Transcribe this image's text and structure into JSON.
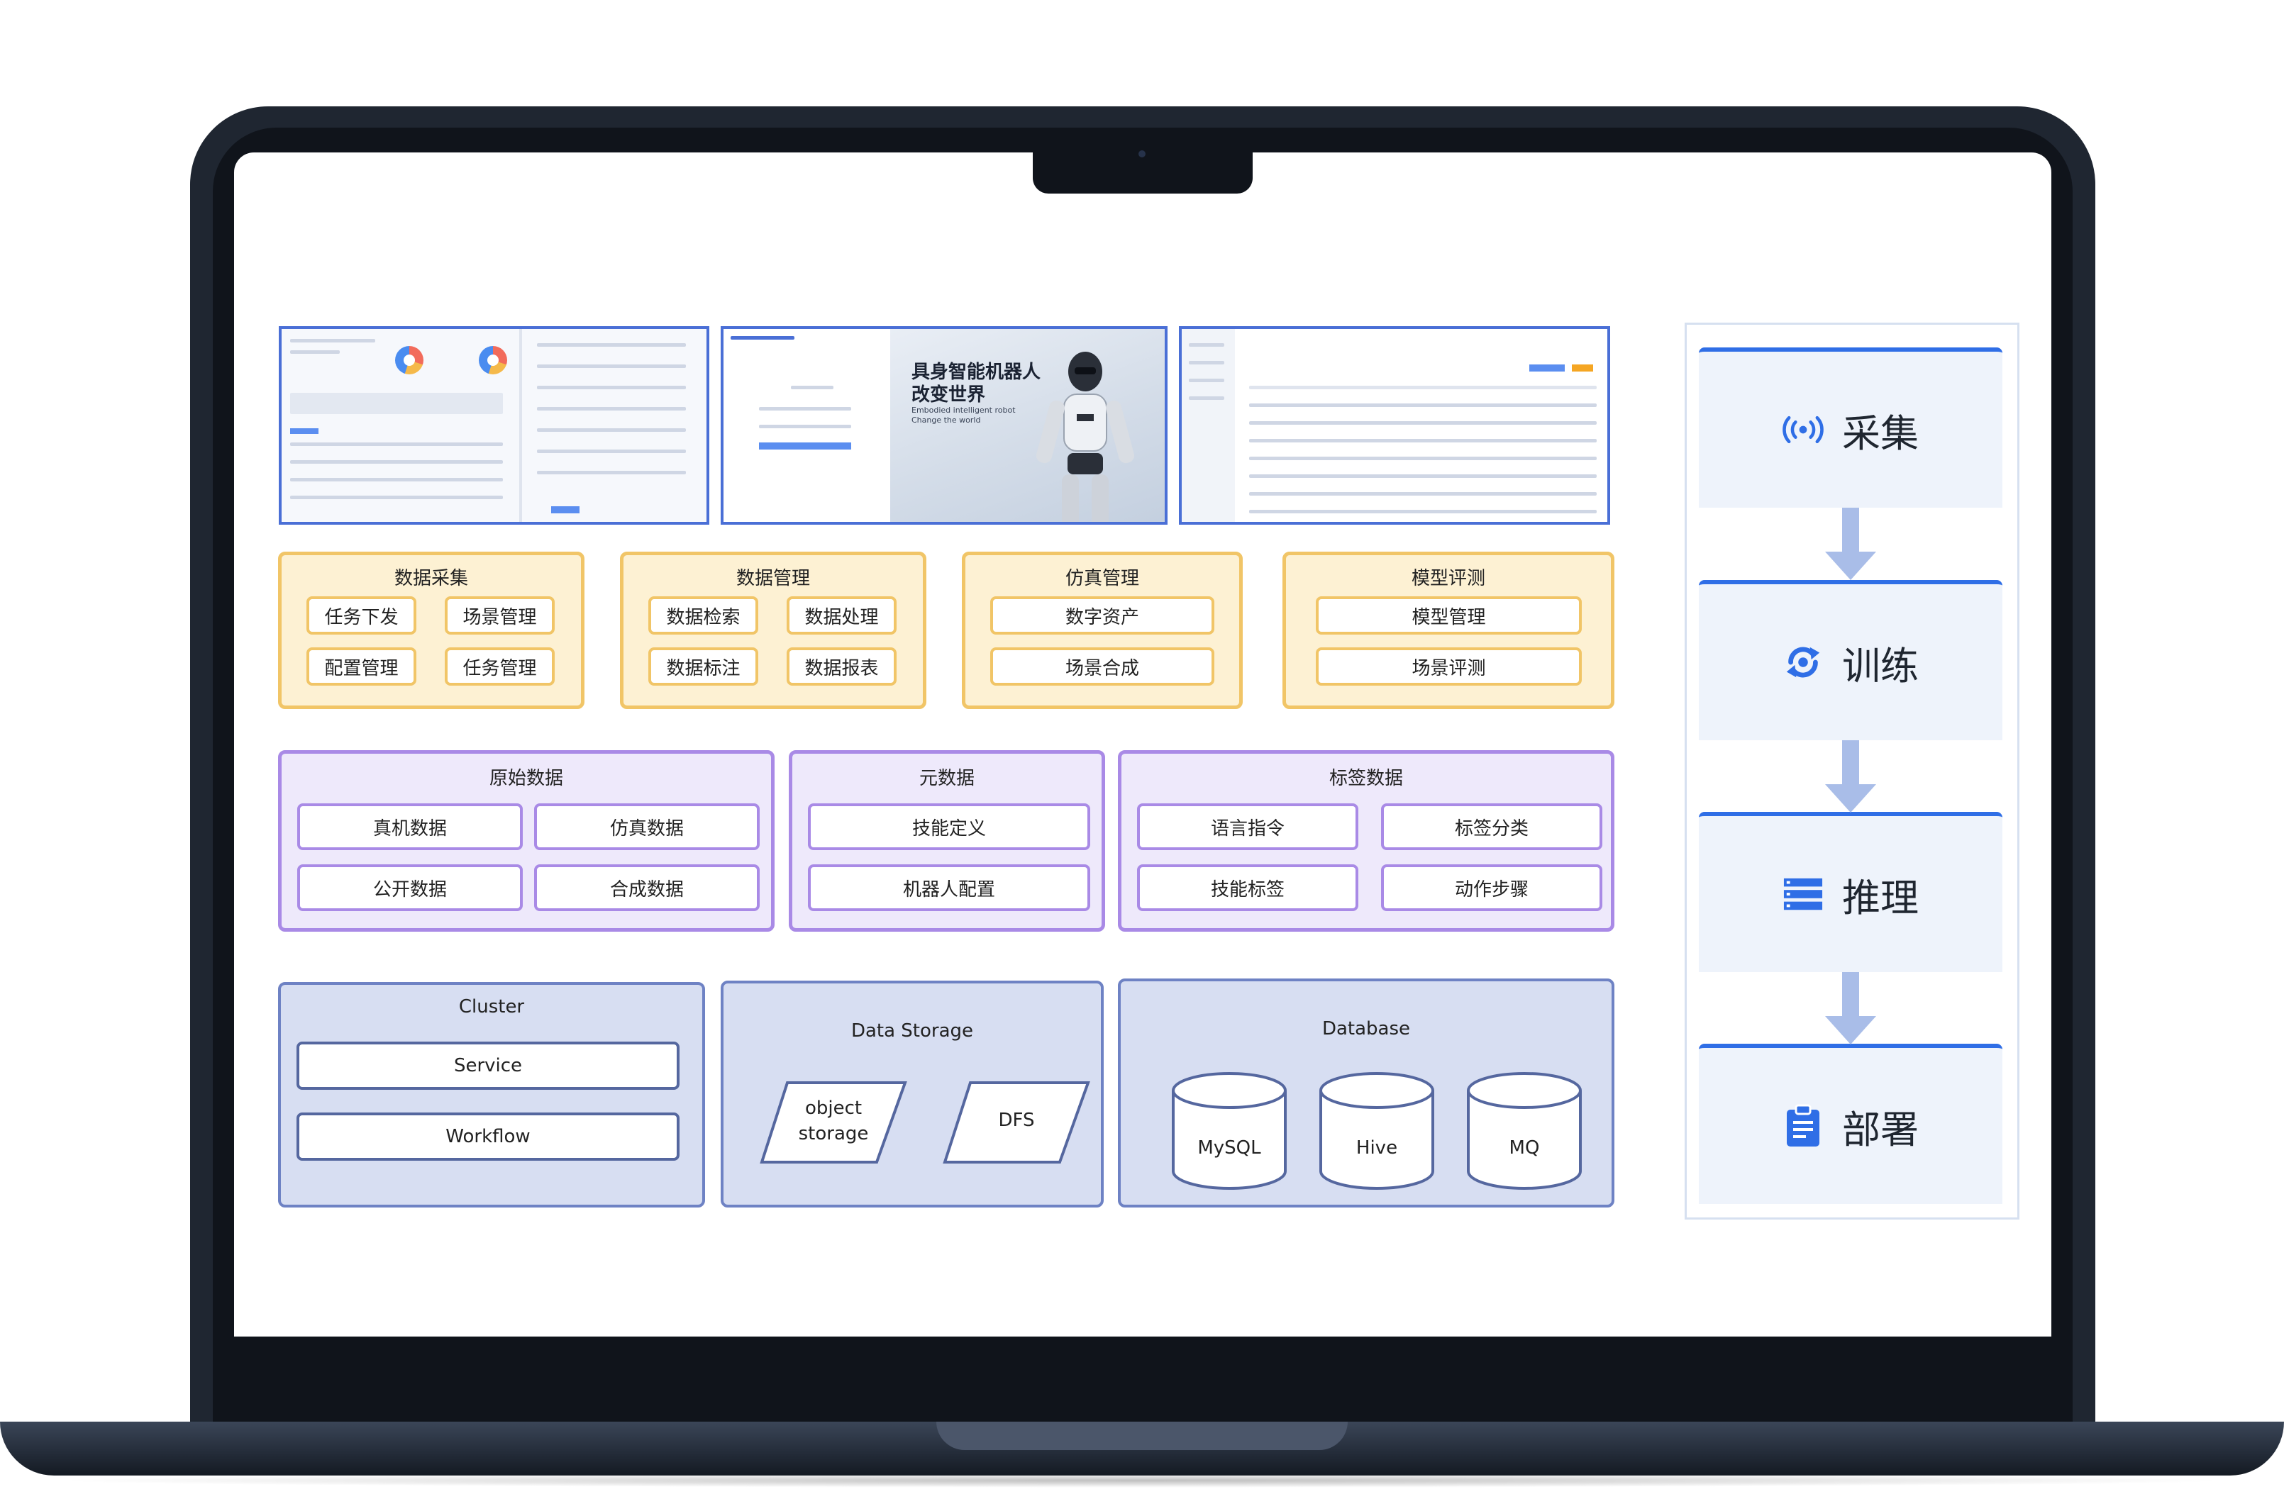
{
  "screens": {
    "login_hero_title_line1": "具身智能机器人",
    "login_hero_title_line2": "改变世界",
    "login_hero_subtitle_line1": "Embodied intelligent robot",
    "login_hero_subtitle_line2": "Change the world"
  },
  "modules": [
    {
      "title": "数据采集",
      "items": [
        "任务下发",
        "场景管理",
        "配置管理",
        "任务管理"
      ]
    },
    {
      "title": "数据管理",
      "items": [
        "数据检索",
        "数据处理",
        "数据标注",
        "数据报表"
      ]
    },
    {
      "title": "仿真管理",
      "items": [
        "数字资产",
        "场景合成"
      ]
    },
    {
      "title": "模型评测",
      "items": [
        "模型管理",
        "场景评测"
      ]
    }
  ],
  "data_layer": [
    {
      "title": "原始数据",
      "items": [
        "真机数据",
        "仿真数据",
        "公开数据",
        "合成数据"
      ]
    },
    {
      "title": "元数据",
      "items": [
        "技能定义",
        "机器人配置"
      ]
    },
    {
      "title": "标签数据",
      "items": [
        "语言指令",
        "标签分类",
        "技能标签",
        "动作步骤"
      ]
    }
  ],
  "infra": {
    "cluster": {
      "title": "Cluster",
      "items": [
        "Service",
        "Workflow"
      ]
    },
    "storage": {
      "title": "Data Storage",
      "object_line1": "object",
      "object_line2": "storage",
      "dfs": "DFS"
    },
    "database": {
      "title": "Database",
      "items": [
        "MySQL",
        "Hive",
        "MQ"
      ]
    }
  },
  "pipeline": {
    "stages": [
      {
        "label": "采集",
        "icon": "signal-broadcast-icon"
      },
      {
        "label": "训练",
        "icon": "refresh-cycle-icon"
      },
      {
        "label": "推理",
        "icon": "server-stack-icon"
      },
      {
        "label": "部署",
        "icon": "clipboard-icon"
      }
    ],
    "accent": "#2f6ee6",
    "arrow_color": "#a9bde8"
  },
  "colors": {
    "module_fill": "#fdf1d3",
    "module_border": "#f1c567",
    "data_fill": "#eee9fb",
    "data_border": "#a98ae6",
    "infra_fill": "#d7def2",
    "infra_border": "#6e82c4"
  }
}
